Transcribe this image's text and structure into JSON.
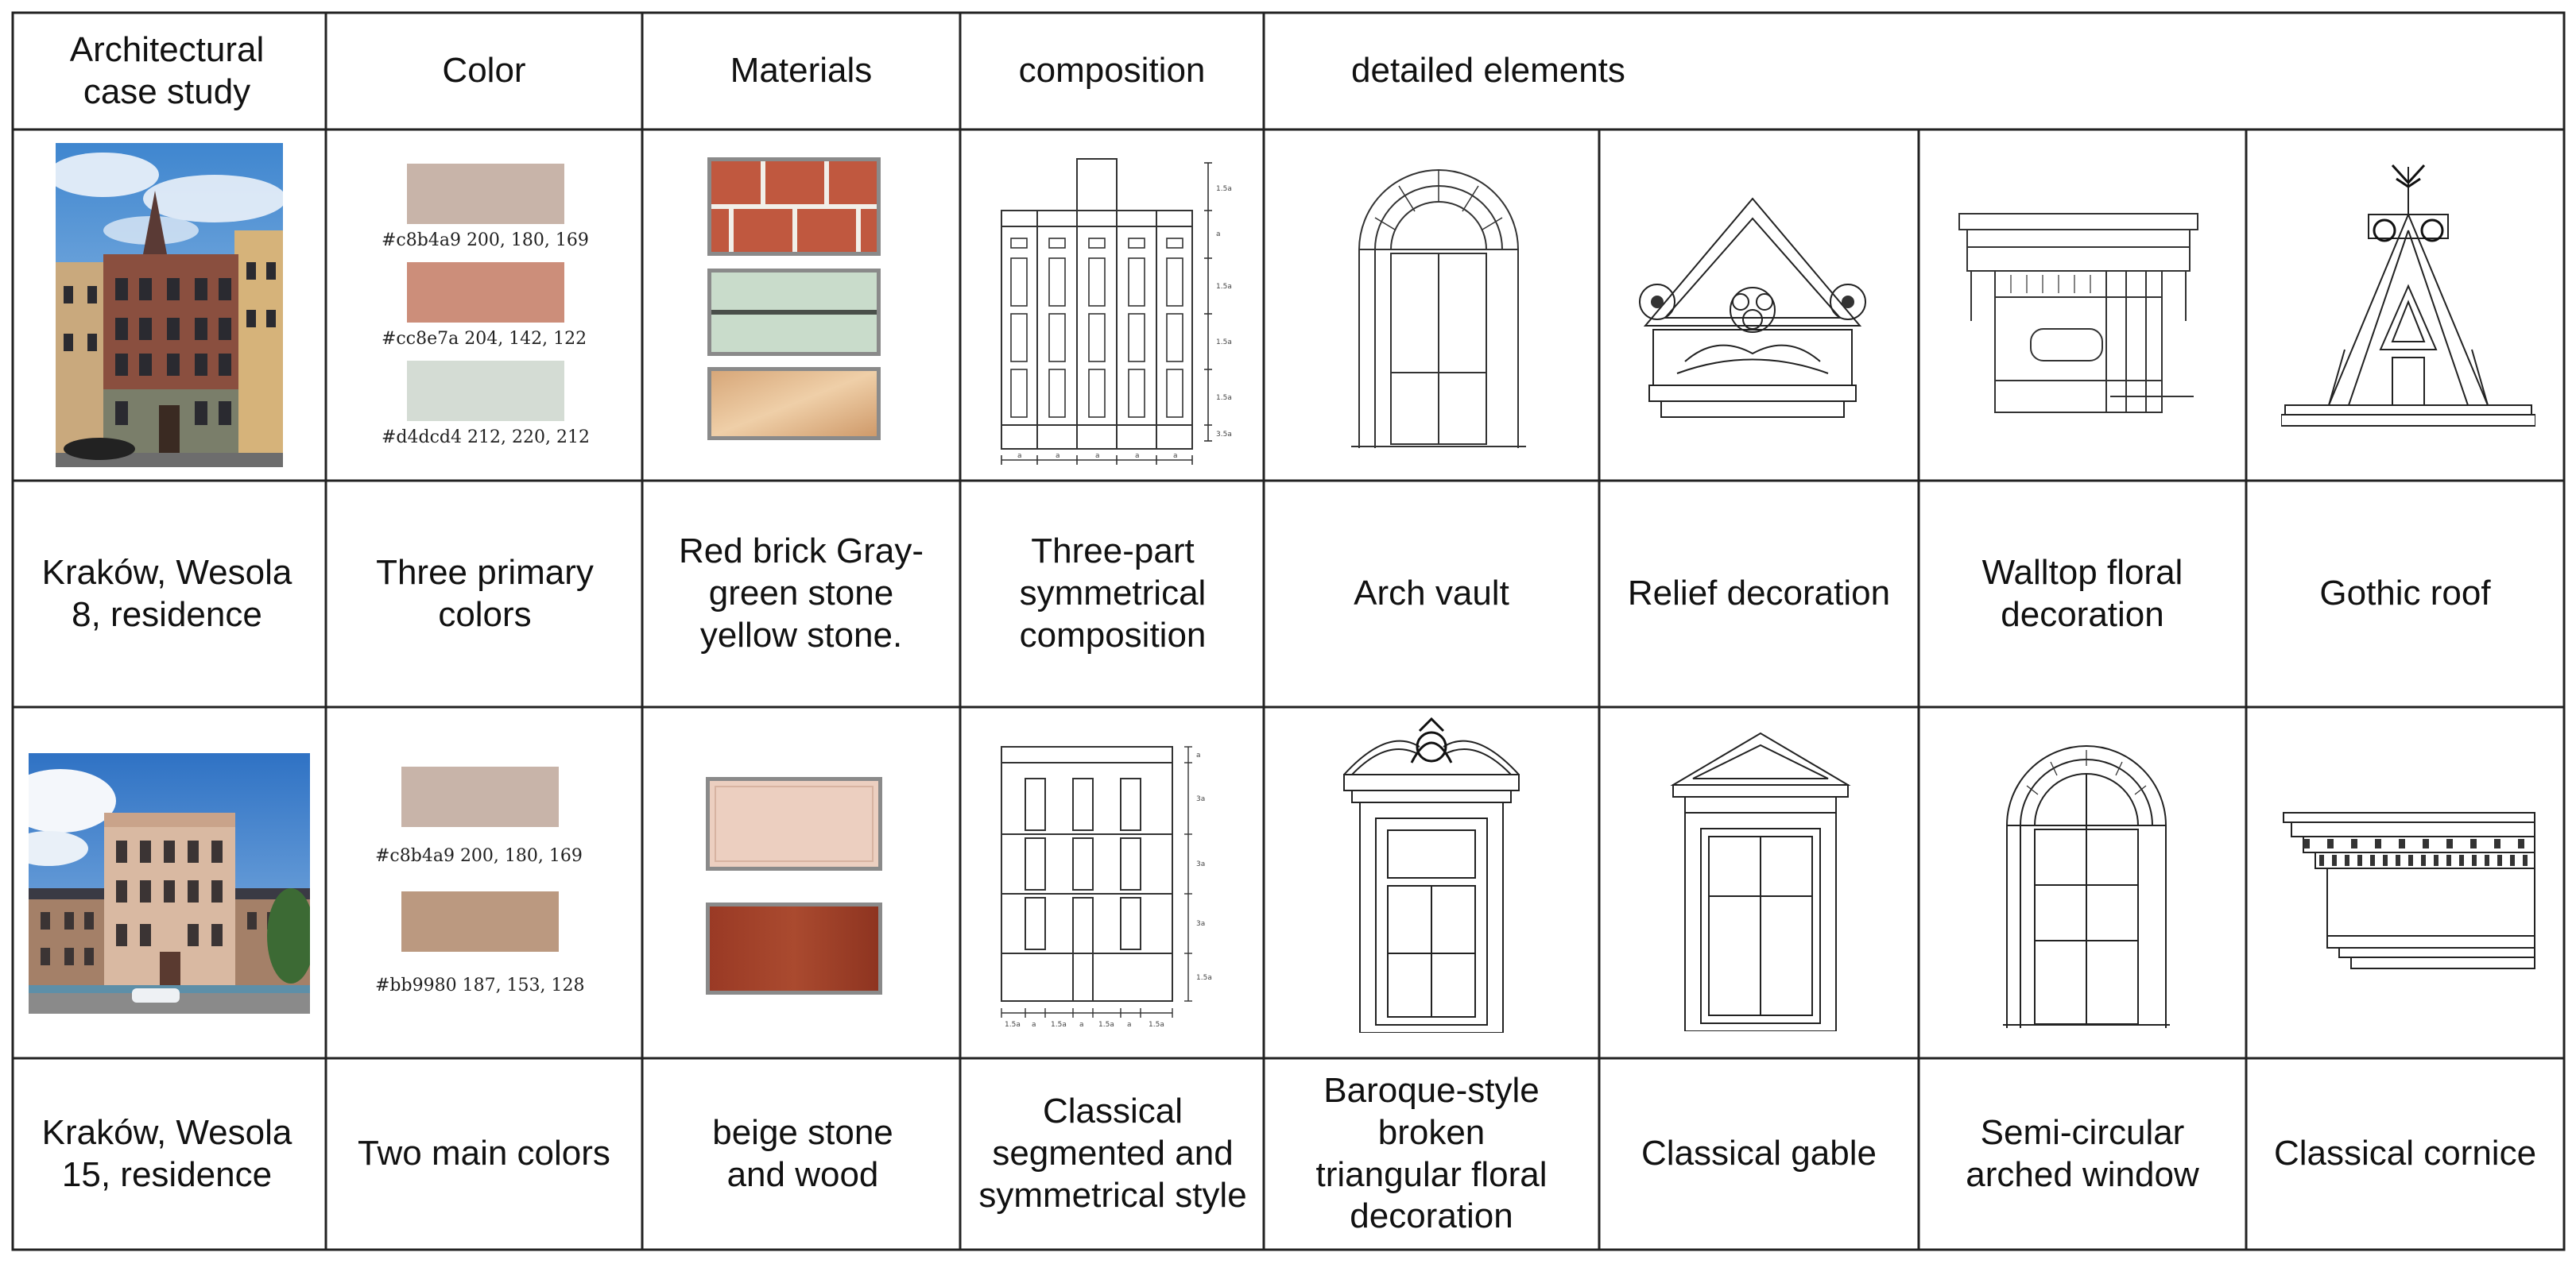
{
  "header": {
    "case_study": "Architectural case study",
    "color": "Color",
    "materials": "Materials",
    "composition": "composition",
    "details": "detailed elements"
  },
  "rows": [
    {
      "case": "Kraków, Wesola 8, residence",
      "swatches": [
        {
          "hex": "#c8b4a9",
          "label": "#c8b4a9  200, 180, 169"
        },
        {
          "hex": "#cc8e7a",
          "label": "#cc8e7a  204, 142, 122"
        },
        {
          "hex": "#d4dcd4",
          "label": "#d4dcd4  212, 220, 212"
        }
      ],
      "color_desc": "Three primary colors",
      "materials_desc": "Red brick Gray-green stone yellow stone.",
      "composition_desc": "Three-part symmetrical composition",
      "composition_dims_right": [
        "1.5a",
        "a",
        "1.5a",
        "1.5a",
        "1.5a",
        "3.5a"
      ],
      "composition_dims_bottom": [
        "a",
        "a",
        "a",
        "a",
        "a"
      ],
      "details": [
        "Arch vault",
        "Relief decoration",
        "Walltop floral decoration",
        "Gothic roof"
      ]
    },
    {
      "case": "Kraków, Wesola 15, residence",
      "swatches": [
        {
          "hex": "#c8b4a9",
          "label": "#c8b4a9  200, 180, 169"
        },
        {
          "hex": "#bb9980",
          "label": "#bb9980  187, 153, 128"
        }
      ],
      "color_desc": "Two main colors",
      "materials_desc": "beige stone and wood",
      "composition_desc": "Classical segmented and symmetrical style",
      "composition_dims_right": [
        "a",
        "3a",
        "3a",
        "3a",
        "1.5a"
      ],
      "composition_dims_bottom": [
        "1.5a",
        "a",
        "1.5a",
        "a",
        "1.5a",
        "a",
        "1.5a"
      ],
      "details": [
        "Baroque-style broken triangular floral decoration",
        "Classical gable",
        "Semi-circular arched window",
        "Classical cornice"
      ]
    }
  ],
  "colors": {
    "brick": "#c0583f",
    "graygreen": "#c9dccb",
    "yellowstone": "#e2b88a",
    "beige": "#eccfc0",
    "wood": "#9a3a25",
    "sky": "#6fa6d8"
  }
}
